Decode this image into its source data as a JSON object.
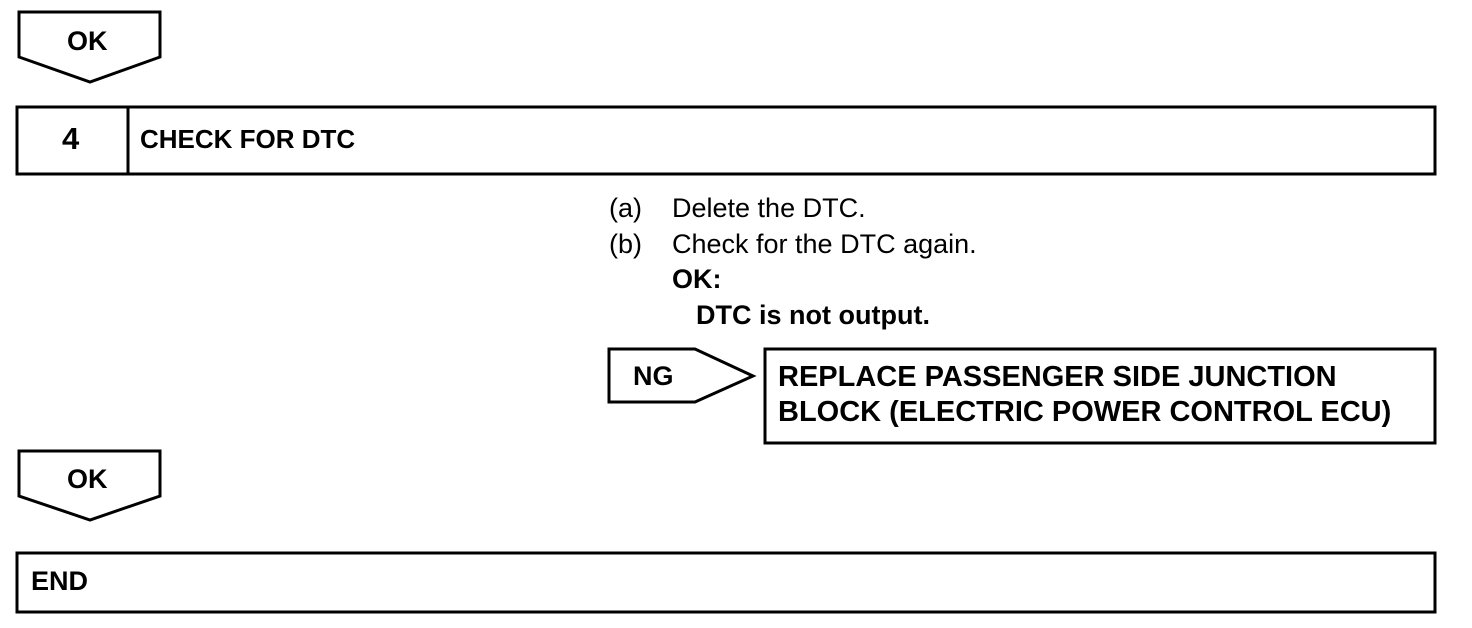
{
  "flow": {
    "ok_arrow_top": {
      "label": "OK"
    },
    "step": {
      "number": "4",
      "title": "CHECK FOR DTC"
    },
    "instructions": [
      {
        "marker": "(a)",
        "text": "Delete the DTC."
      },
      {
        "marker": "(b)",
        "text": "Check for the DTC again."
      }
    ],
    "ok_condition": {
      "label": "OK:",
      "text": "DTC is not output."
    },
    "ng_branch": {
      "label": "NG",
      "result_lines": [
        "REPLACE PASSENGER SIDE JUNCTION",
        "BLOCK (ELECTRIC POWER CONTROL ECU)"
      ]
    },
    "ok_arrow_bottom": {
      "label": "OK"
    },
    "end": {
      "label": "END"
    }
  }
}
